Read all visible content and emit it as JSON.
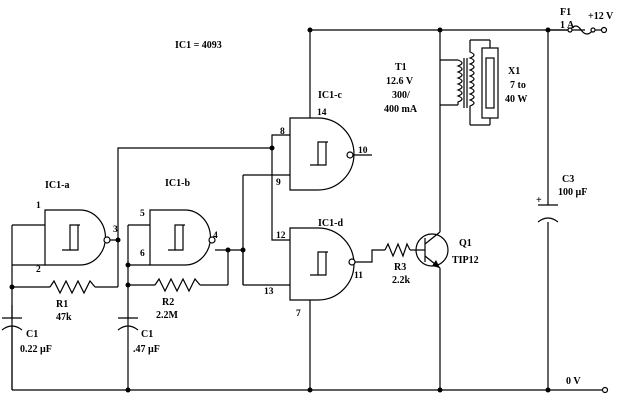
{
  "ic_note": "IC1 = 4093",
  "gates": {
    "a": {
      "name": "IC1-a",
      "pin_in1": "1",
      "pin_in2": "2",
      "pin_out": "3"
    },
    "b": {
      "name": "IC1-b",
      "pin_in1": "5",
      "pin_in2": "6",
      "pin_out": "4"
    },
    "c": {
      "name": "IC1-c",
      "pin_in1": "8",
      "pin_in2": "9",
      "pin_out": "10",
      "pin_vdd": "14"
    },
    "d": {
      "name": "IC1-d",
      "pin_in1": "12",
      "pin_in2": "13",
      "pin_out": "11",
      "pin_gnd": "7"
    }
  },
  "resistors": {
    "r1": {
      "name": "R1",
      "value": "47k"
    },
    "r2": {
      "name": "R2",
      "value": "2.2M"
    },
    "r3": {
      "name": "R3",
      "value": "2.2k"
    }
  },
  "capacitors": {
    "c1a": {
      "name": "C1",
      "value": "0.22 µF"
    },
    "c1b": {
      "name": "C1",
      "value": ".47 µF"
    },
    "c3": {
      "name": "C3",
      "value": "100 µF"
    }
  },
  "transistor": {
    "name": "Q1",
    "part": "TIP12"
  },
  "transformer": {
    "name": "T1",
    "line1": "12.6 V",
    "line2": "300/",
    "line3": "400 mA"
  },
  "lamp": {
    "name": "X1",
    "line1": "7 to",
    "line2": "40 W"
  },
  "fuse": {
    "name": "F1",
    "value": "1 A"
  },
  "supply": {
    "positive": "+12 V",
    "ground": "0 V"
  },
  "polarity_sign": "+"
}
